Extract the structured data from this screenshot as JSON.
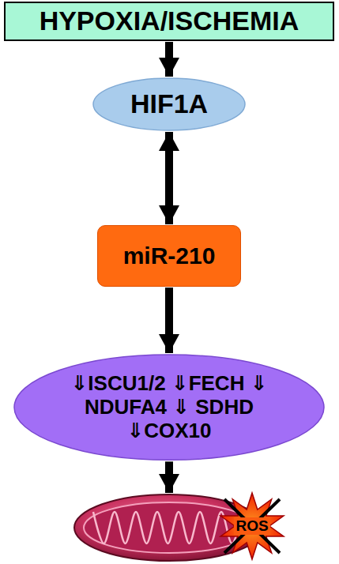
{
  "diagram": {
    "nodes": [
      {
        "text": [
          "HYPOXIA/ISCHEMIA"
        ]
      },
      {
        "text": [
          "HIF1A"
        ]
      },
      {
        "text": [
          "miR-210"
        ]
      },
      {
        "text": [
          "⇓ISCU1/2 ⇓FECH ⇓ NDUFA4 ⇓ SDHD ⇓COX10"
        ]
      }
    ],
    "edges": [
      {
        "from": 0,
        "to": 1,
        "arrow": "to"
      },
      {
        "from": 1,
        "to": 2,
        "arrow": "both"
      },
      {
        "from": 2,
        "to": 3,
        "arrow": "to"
      }
    ],
    "labels": [
      "ROS"
    ]
  }
}
